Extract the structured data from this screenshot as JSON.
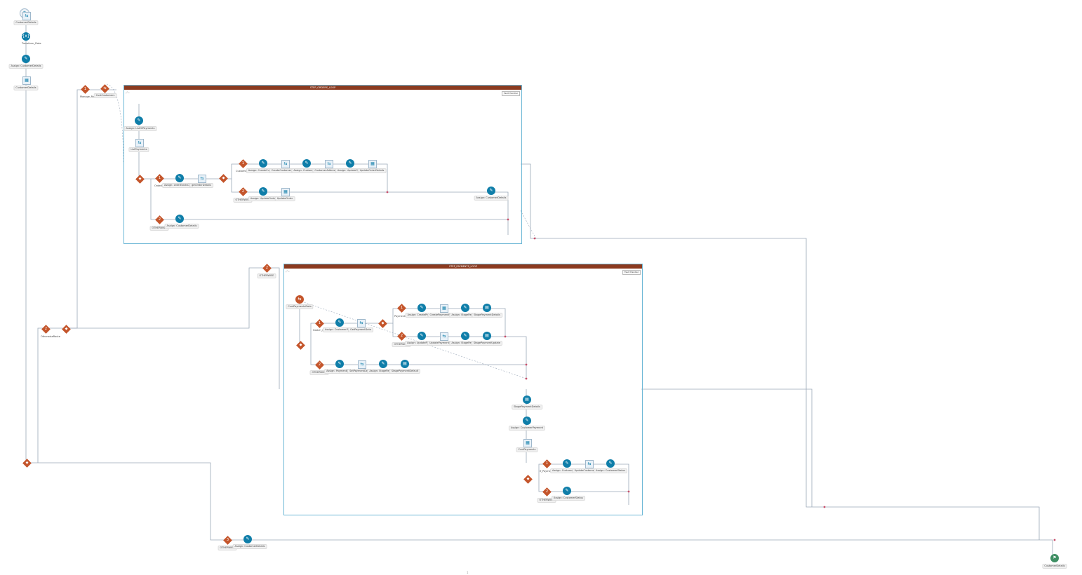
{
  "colors": {
    "activity": "#0f7ea9",
    "switch": "#c4552b",
    "scope_header": "#8b3a1f",
    "scope_border": "#6cb7d6",
    "end": "#3f8f64",
    "line": "#9aa7b8"
  },
  "top": {
    "n1": "CustomerDetails",
    "n2": "Transform_Data",
    "n3": "Assign: CustomerDetails",
    "n4": "CustomerDetails"
  },
  "outer": {
    "route1": "Manage_Route",
    "invoke1": "CustCustomers",
    "route2": "OtherwiseRoute",
    "otherwise": "OTHERWISE",
    "assign_end": "Assign: CustomerDetails",
    "end_label": "CustomerDetails"
  },
  "scope1": {
    "title": "STEP_ORDERS_LOOP",
    "fault_btn": "Fault Handler",
    "assign1": "Assign: ListOfPayments",
    "invoke1": "ListPayments",
    "route_a": "OrderExists",
    "assign_a": "Assign: orderExistsCheck",
    "invoke_a": "getOrderDetails",
    "route_b": "CustomerExistsCheck",
    "r1_a": "Assign: CreateCustomer",
    "r1_b": "CreateCustomerOrder",
    "r1_c": "Assign: CustomerInfo",
    "r1_d": "CustomerAddressData",
    "r1_e": "Assign: UpdateOrder",
    "r1_f": "UpdateOrderDetails",
    "otherwise_a": "OTHERWISE",
    "r2_a": "Assign: UpdateOrder",
    "r2_b": "UpdateOrder",
    "assign_merge": "Assign: CustomerDetails",
    "otherwise_b": "OTHERWISE",
    "assign_b": "Assign: CustomerDetails"
  },
  "scope2": {
    "title": "STEP_PAYMENTS_LOOP",
    "fault_btn": "Fault Handler",
    "invoke0": "CustPaymentsData",
    "route_a": "Switch_Route",
    "assign_a": "Assign: CustomerPayment",
    "invoke_a": "GetPaymentData",
    "route_b": "PaymentExistsCheck",
    "b1_a": "Assign: CreatePayment",
    "b1_b": "CreatePaymentRecord",
    "b1_c": "Assign: StagePayment",
    "b1_d": "StagePaymentDetails",
    "b2_a": "Assign: UpdatePayment",
    "b2_b": "UpdatePaymentRecord",
    "b2_c": "Assign: StagePayment",
    "b2_d": "StagePaymentUpdate",
    "otherwise_b": "OTHERWISE",
    "o_a": "Assign: PaymentDefault",
    "o_b": "SetPaymentDefault",
    "o_c": "Assign: StagePayment",
    "o_d": "StagePaymentDefault",
    "stage": "StagePaymentDetails",
    "assign_c": "Assign: CustomerPayment",
    "invoke_c": "CustPayments",
    "route_c": "If_PaymentStatus",
    "c1_a": "Assign: CustomerStatus",
    "c1_b": "UpdateCustomerStatus",
    "c1_c": "Assign: CustomerStatus",
    "otherwise_c": "OTHERWISE",
    "c2_a": "Assign: CustomerStatus"
  },
  "page_number": "1"
}
